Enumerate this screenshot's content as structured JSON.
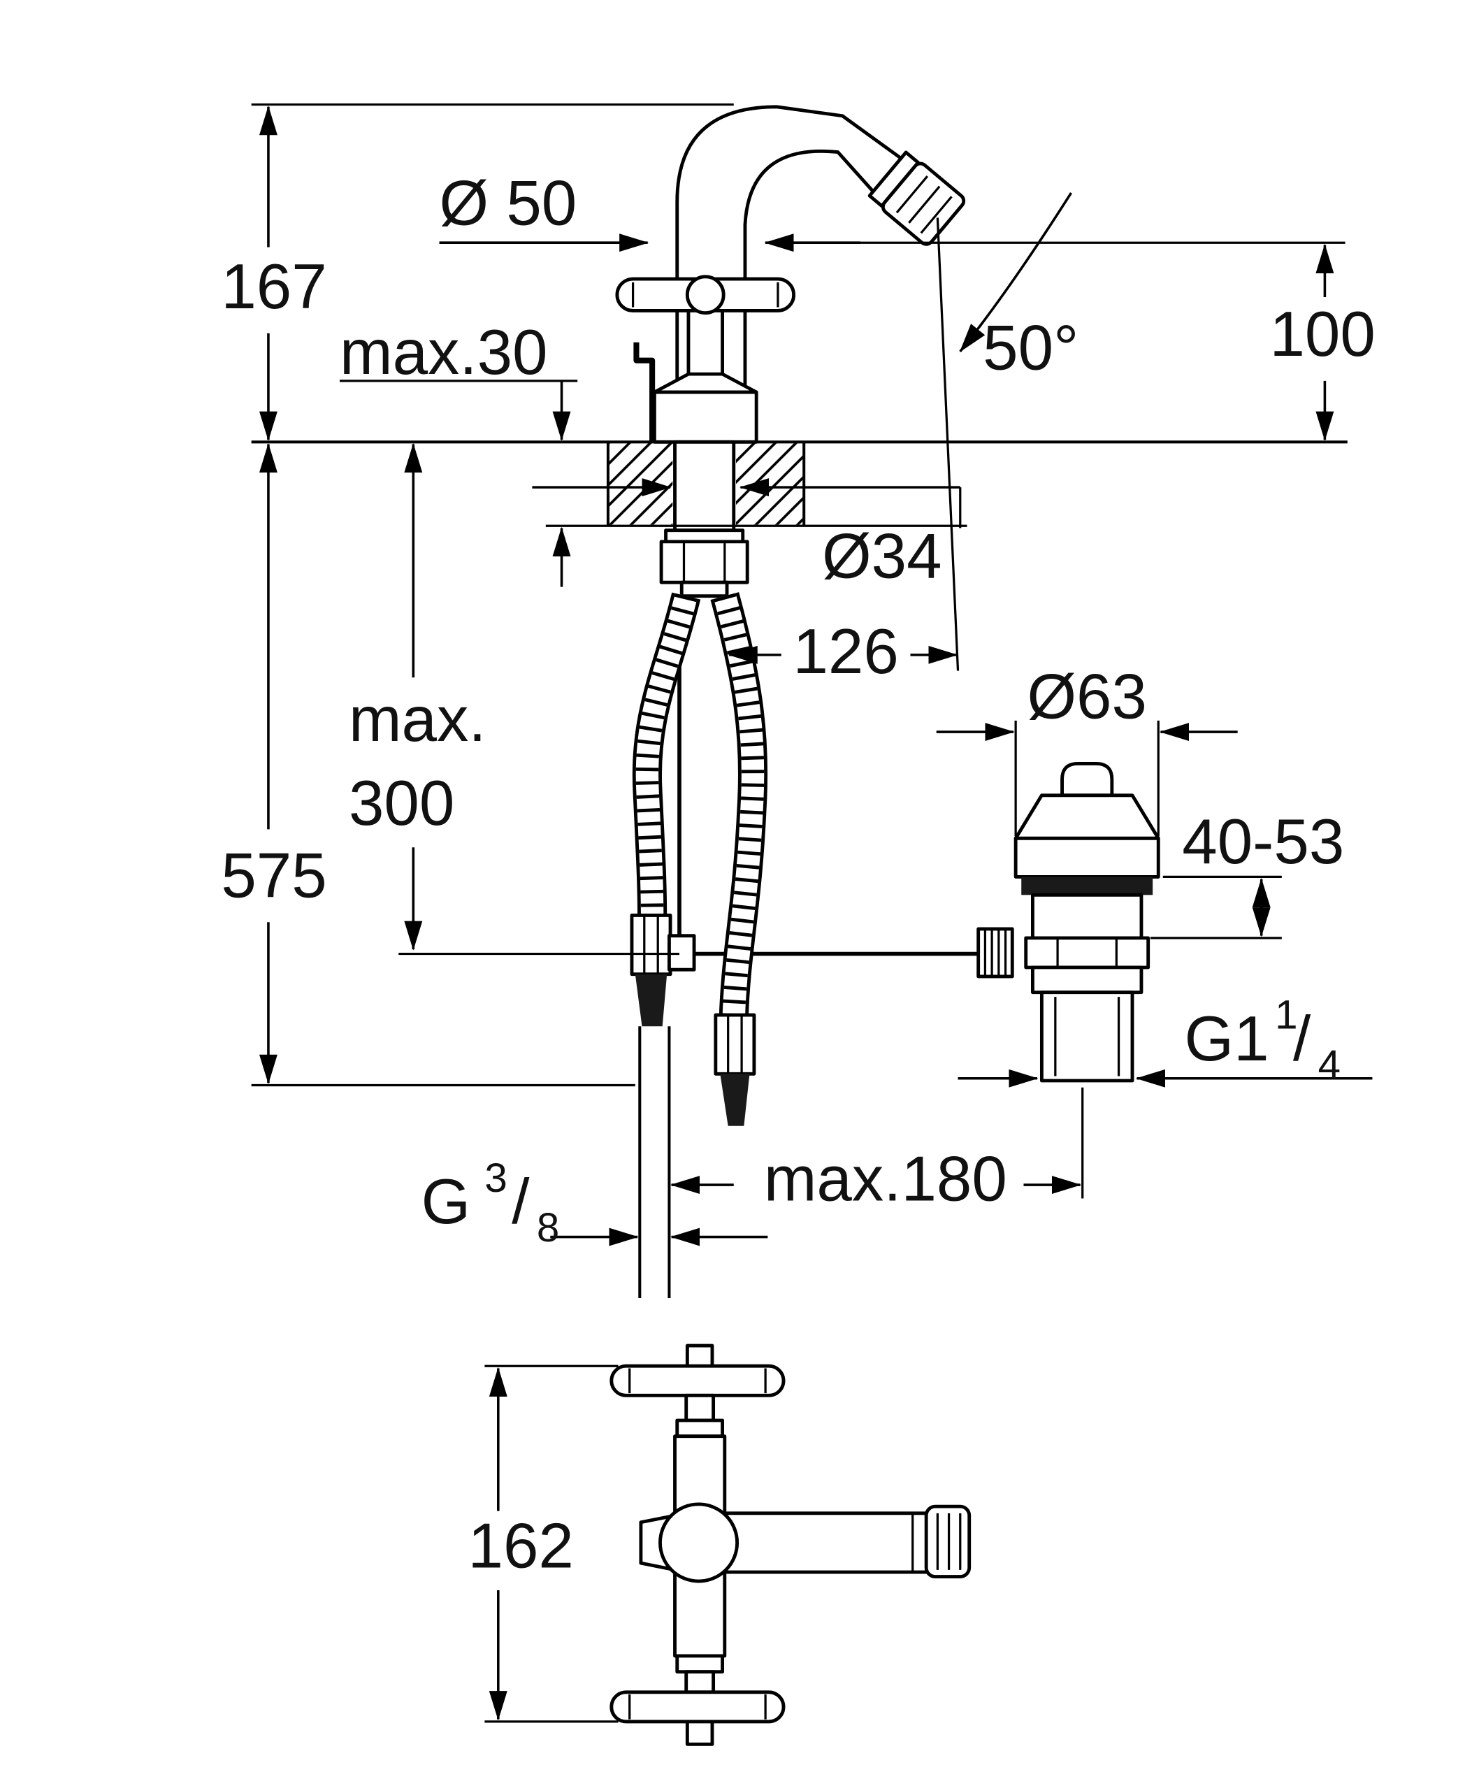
{
  "colors": {
    "background": "#ffffff",
    "line": "#000000",
    "text": "#111111",
    "dark_fill": "#1a1a1a"
  },
  "labels": {
    "height_167": "167",
    "dia_50": "Ø 50",
    "max_30": "max.30",
    "angle_50": "50°",
    "height_100": "100",
    "dia_34": "Ø34",
    "dim_126": "126",
    "max_word": "max.",
    "max_300": "300",
    "height_575": "575",
    "dia_63": "Ø63",
    "range_40_53": "40-53",
    "thread_g114_prefix": "G1",
    "thread_g114_num": "1",
    "thread_g114_slash": "/",
    "thread_g114_den": "4",
    "max_180": "max.180",
    "thread_g38_prefix": "G",
    "thread_g38_num": "3",
    "thread_g38_slash": "/",
    "thread_g38_den": "8",
    "height_162": "162"
  }
}
